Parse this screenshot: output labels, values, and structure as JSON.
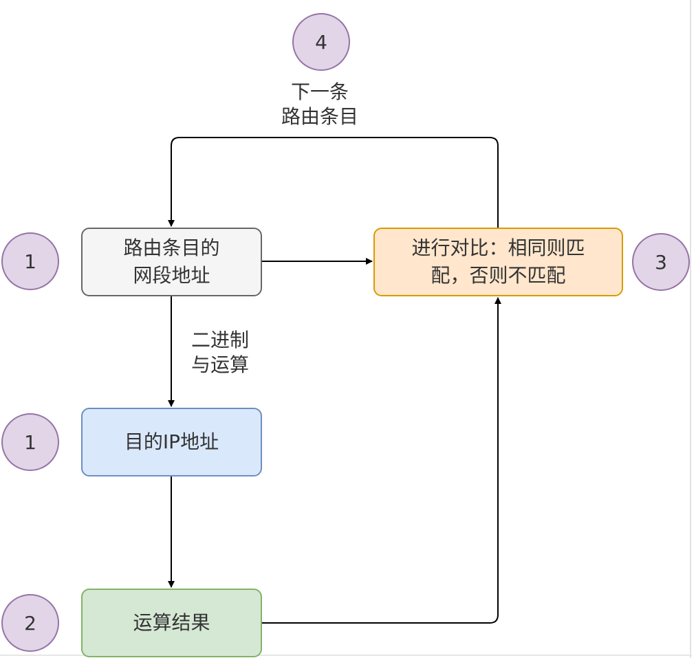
{
  "nodes": {
    "route_entry": "路由条目的\n网段地址",
    "dest_ip": "目的IP地址",
    "result": "运算结果",
    "compare": "进行对比：相同则匹\n配，否则不匹配"
  },
  "steps": {
    "route_entry": "1",
    "dest_ip": "1",
    "result": "2",
    "compare": "3",
    "next": "4"
  },
  "edge_labels": {
    "next_entry": "下一条\n路由条目",
    "binary_and": "二进制\n与运算"
  },
  "colors": {
    "step_fill": "#e1d5e7",
    "step_stroke": "#9673a6",
    "route_fill": "#f5f5f5",
    "dest_fill": "#dae8fc",
    "result_fill": "#d5e8d4",
    "compare_fill": "#ffe6cc",
    "connector": "#000000"
  }
}
